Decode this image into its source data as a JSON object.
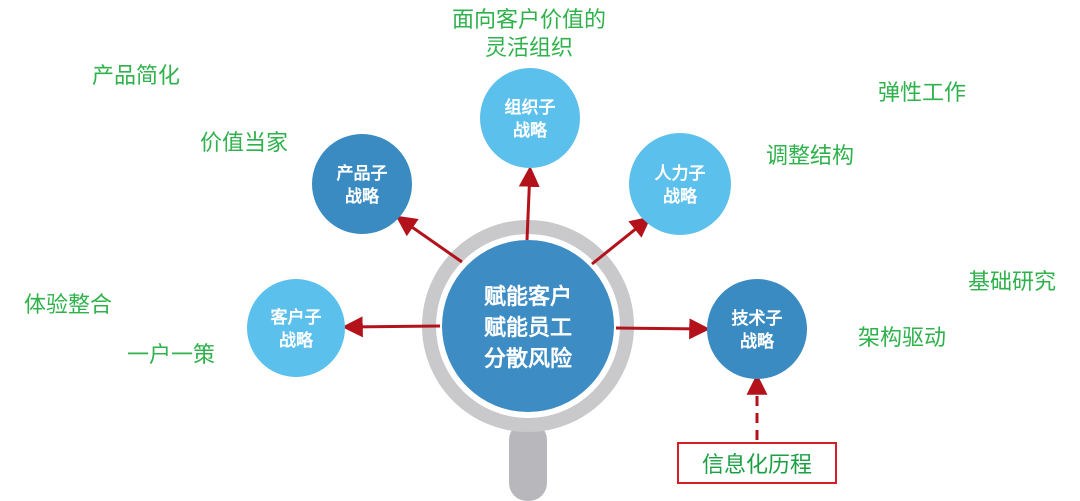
{
  "center": {
    "lines": [
      "赋能客户",
      "赋能员工",
      "分散风险"
    ],
    "circle_color": "#3d8cc4",
    "ring_color": "#c9c9cc"
  },
  "nodes": {
    "product": {
      "lines": [
        "产品子",
        "战略"
      ],
      "color": "#3a8bc2"
    },
    "org": {
      "lines": [
        "组织子",
        "战略"
      ],
      "color": "#5cc0ec"
    },
    "hr": {
      "lines": [
        "人力子",
        "战略"
      ],
      "color": "#5cc0ec"
    },
    "customer": {
      "lines": [
        "客户子",
        "战略"
      ],
      "color": "#5cc0ec"
    },
    "tech": {
      "lines": [
        "技术子",
        "战略"
      ],
      "color": "#3a8bc2"
    }
  },
  "tags": {
    "org_top": "面向客户价值的\n灵活组织",
    "product_simplify": "产品简化",
    "value_owner": "价值当家",
    "flexible_work": "弹性工作",
    "adjust_structure": "调整结构",
    "basic_research": "基础研究",
    "architecture_driven": "架构驱动",
    "experience_integration": "体验整合",
    "one_customer_one_policy": "一户一策"
  },
  "info_box": {
    "label": "信息化历程",
    "border_color": "#d51f26"
  },
  "colors": {
    "arrow": "#b3121b",
    "tag_text": "#2fb24c"
  }
}
